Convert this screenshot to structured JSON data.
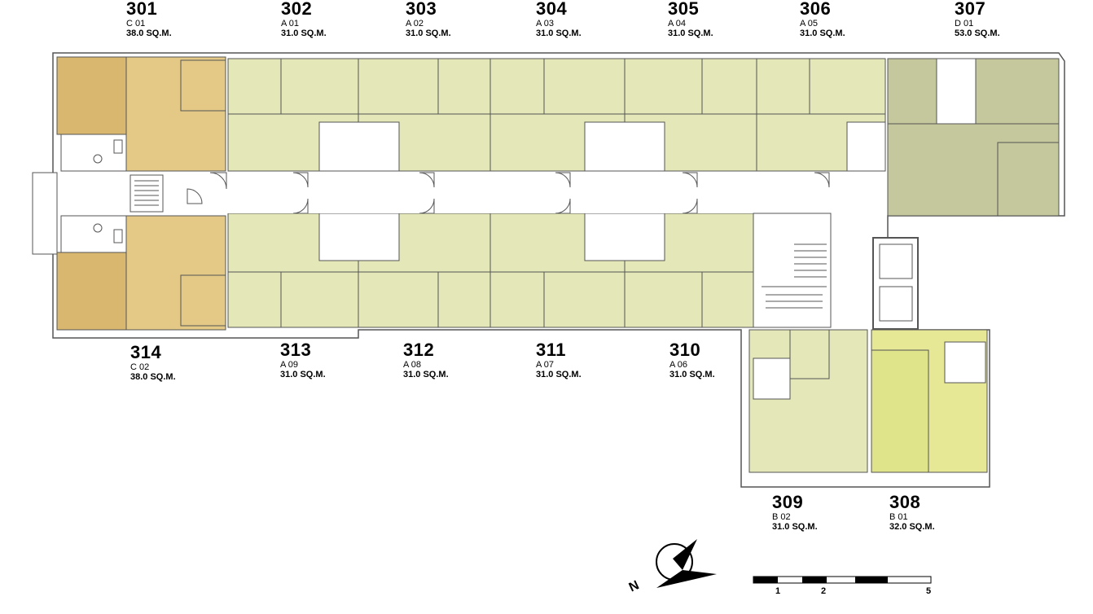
{
  "units": [
    {
      "id": "301",
      "code": "C 01",
      "area": "38.0 SQ.M.",
      "color": "#e3c985"
    },
    {
      "id": "302",
      "code": "A 01",
      "area": "31.0 SQ.M.",
      "color": "#e4e7b8"
    },
    {
      "id": "303",
      "code": "A 02",
      "area": "31.0 SQ.M.",
      "color": "#e4e7b8"
    },
    {
      "id": "304",
      "code": "A 03",
      "area": "31.0 SQ.M.",
      "color": "#e4e7b8"
    },
    {
      "id": "305",
      "code": "A 04",
      "area": "31.0 SQ.M.",
      "color": "#e4e7b8"
    },
    {
      "id": "306",
      "code": "A 05",
      "area": "31.0 SQ.M.",
      "color": "#e4e7b8"
    },
    {
      "id": "307",
      "code": "D 01",
      "area": "53.0 SQ.M.",
      "color": "#cfd2a8"
    },
    {
      "id": "308",
      "code": "B 01",
      "area": "32.0 SQ.M.",
      "color": "#e6e896"
    },
    {
      "id": "309",
      "code": "B 02",
      "area": "31.0 SQ.M.",
      "color": "#e4e7b8"
    },
    {
      "id": "310",
      "code": "A 06",
      "area": "31.0 SQ.M.",
      "color": "#e4e7b8"
    },
    {
      "id": "311",
      "code": "A 07",
      "area": "31.0 SQ.M.",
      "color": "#e4e7b8"
    },
    {
      "id": "312",
      "code": "A 08",
      "area": "31.0 SQ.M.",
      "color": "#e4e7b8"
    },
    {
      "id": "313",
      "code": "A 09",
      "area": "31.0 SQ.M.",
      "color": "#e4e7b8"
    },
    {
      "id": "314",
      "code": "C 02",
      "area": "38.0 SQ.M.",
      "color": "#e3c985"
    }
  ],
  "scale": {
    "ticks": [
      "1",
      "2",
      "5"
    ]
  },
  "colors": {
    "corridor": "#ffffff",
    "wall": "#444444",
    "bath": "#ffffff",
    "stair": "#ffffff",
    "c_unit_dark": "#d9b76e",
    "d_unit_dark": "#c5c89c",
    "b_unit_dark": "#dfe38a"
  }
}
